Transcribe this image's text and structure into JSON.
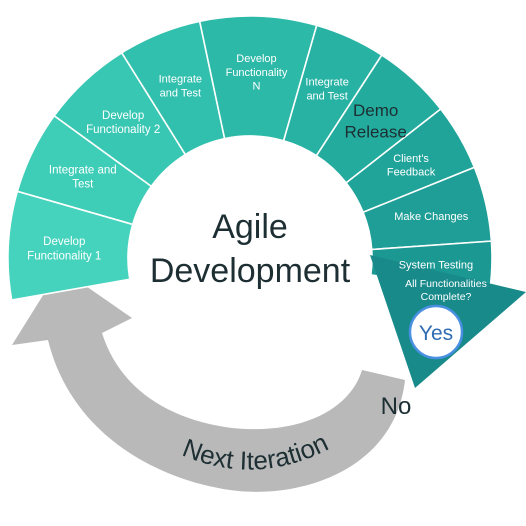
{
  "diagram": {
    "center_title_line1": "Agile",
    "center_title_line2": "Development",
    "segments": [
      {
        "lines": [
          "Develop",
          "Functionality 1"
        ],
        "color": "#45d3bd"
      },
      {
        "lines": [
          "Integrate and",
          "Test"
        ],
        "color": "#3ecdb7"
      },
      {
        "lines": [
          "Develop",
          "Functionality 2"
        ],
        "color": "#38c7b3"
      },
      {
        "lines": [
          "Integrate",
          "and Test"
        ],
        "color": "#32c0ae"
      },
      {
        "lines": [
          "Develop",
          "Functionality",
          "N"
        ],
        "color": "#2cb9a8"
      },
      {
        "lines": [
          "Integrate",
          "and Test"
        ],
        "color": "#27b2a3"
      },
      {
        "lines": [
          "Demo",
          "Release"
        ],
        "color": "#23ab9e"
      },
      {
        "lines": [
          "Client's",
          "Feedback"
        ],
        "color": "#20a49a"
      },
      {
        "lines": [
          "Make Changes"
        ],
        "color": "#1e9e96"
      },
      {
        "lines": [
          "System Testing"
        ],
        "color": "#1c9893"
      },
      {
        "lines": [
          "All Functionalities",
          "Complete?"
        ],
        "color": "#188a8a"
      }
    ],
    "yes_label": "Yes",
    "no_label": "No",
    "next_iteration_label": "Next Iteration",
    "colors": {
      "return_arrow": "#b9b9b9",
      "yes_ring": "#4a90e2",
      "yes_text": "#2f6db5",
      "dark_text": "#1d2f33"
    }
  }
}
